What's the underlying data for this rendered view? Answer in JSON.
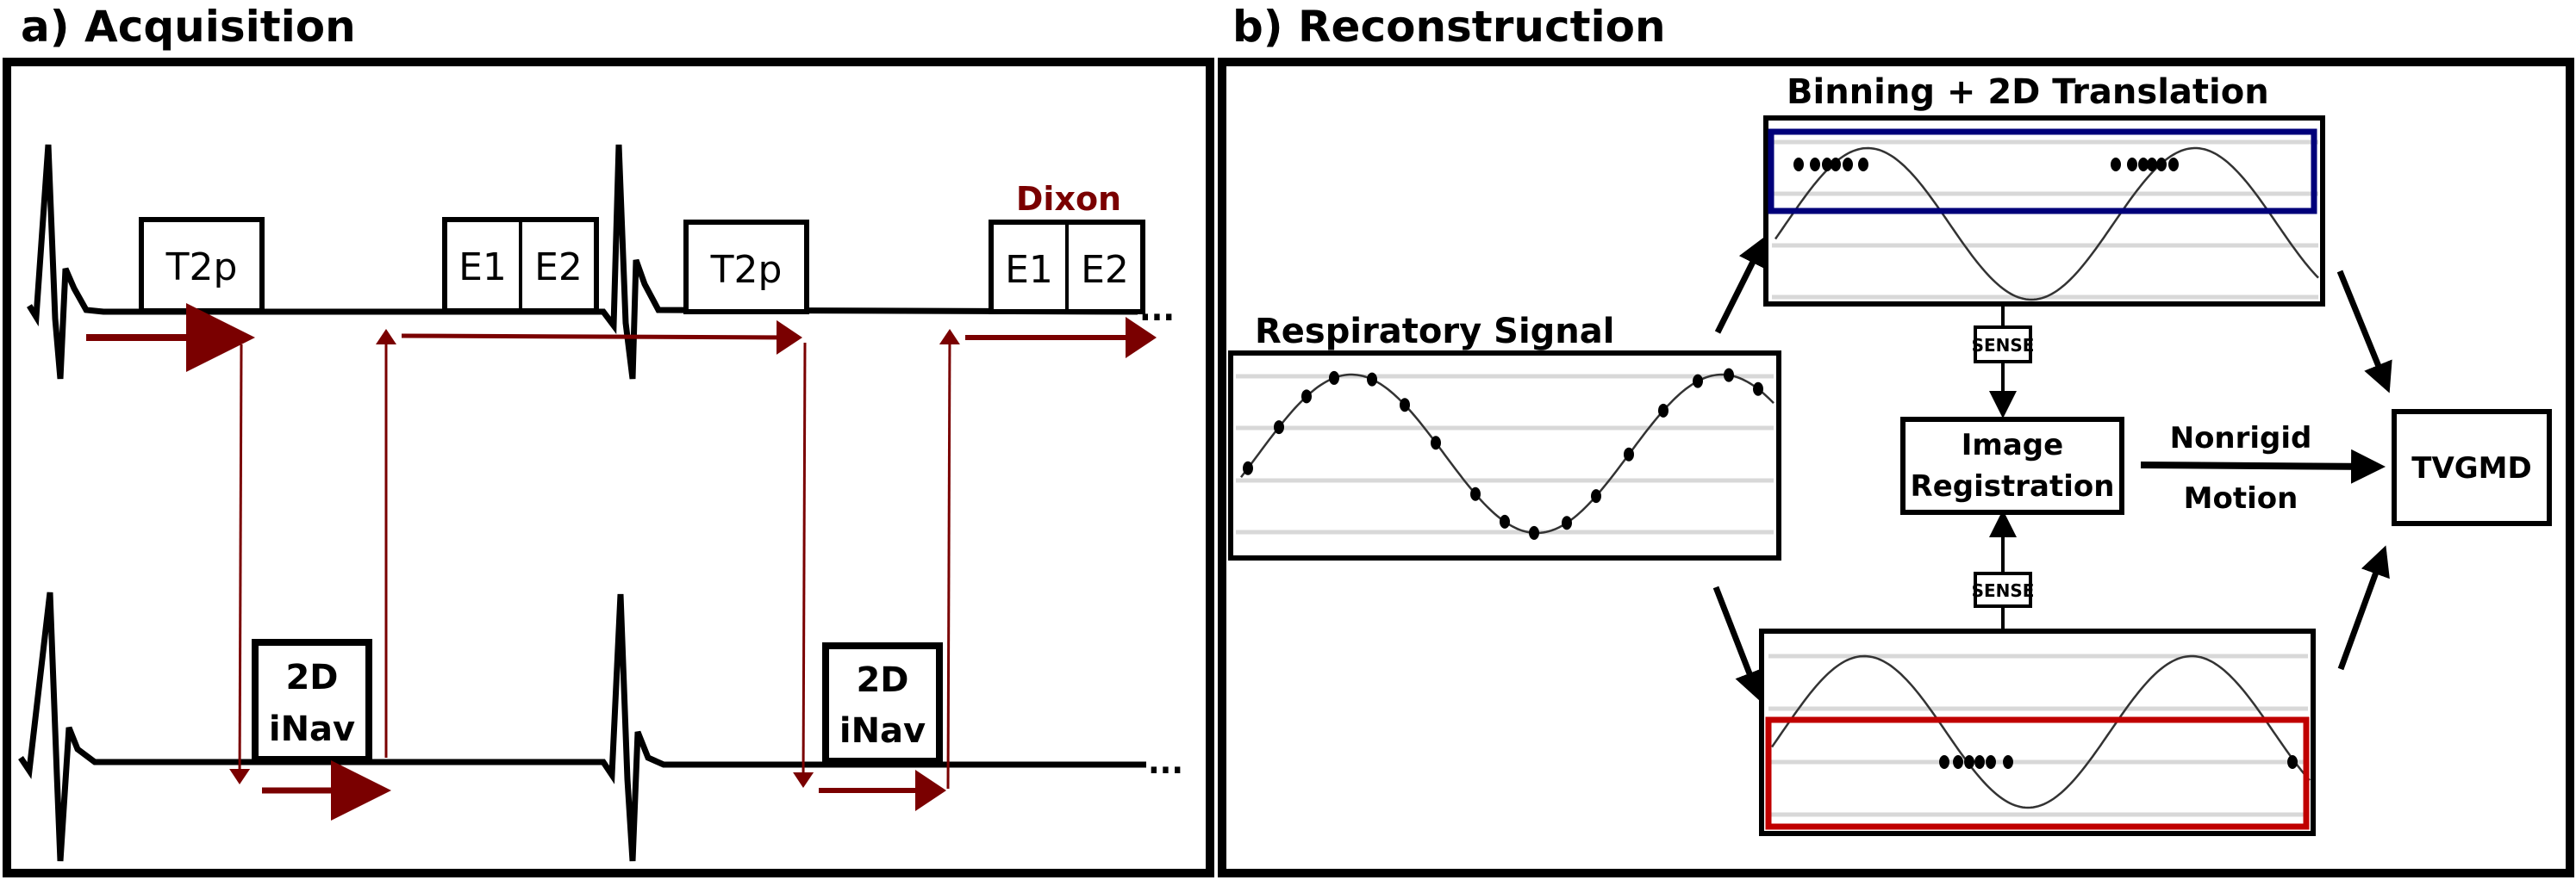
{
  "panels": {
    "acquisition": {
      "title": "a) Acquisition",
      "top_row": {
        "blocks": [
          "T2p",
          "E1",
          "E2",
          "T2p",
          "E1",
          "E2"
        ],
        "dixon_label": "Dixon",
        "ellipsis": "..."
      },
      "bottom_row": {
        "navs": [
          {
            "line1": "2D",
            "line2": "iNav"
          },
          {
            "line1": "2D",
            "line2": "iNav"
          }
        ],
        "ellipsis": "..."
      }
    },
    "reconstruction": {
      "title": "b) Reconstruction",
      "respiratory_signal_label": "Respiratory Signal",
      "binning_label": "Binning + 2D Translation",
      "sense_label": "SENSE",
      "image_registration": {
        "line1": "Image",
        "line2": "Registration"
      },
      "nonrigid_motion": {
        "line1": "Nonrigid",
        "line2": "Motion"
      },
      "output_label": "TVGMD"
    }
  },
  "colors": {
    "arrow_red": "#7a0000",
    "bin_blue": "#00007a",
    "bin_red": "#c00000",
    "frame": "#000000",
    "grid": "#d8d8d8"
  }
}
